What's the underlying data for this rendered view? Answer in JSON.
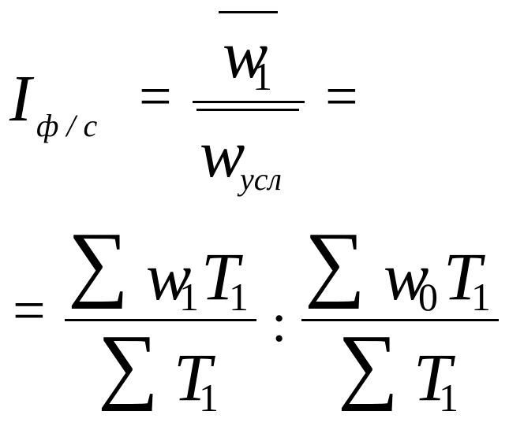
{
  "formula": {
    "line1": {
      "index_symbol": "I",
      "index_subscript": "ф / с",
      "equals_1": "=",
      "numerator_var": "w",
      "numerator_sub": "1",
      "denominator_var": "w",
      "denominator_sub": "усл",
      "equals_2": "="
    },
    "line2": {
      "equals": "=",
      "left_fraction": {
        "num_sum": "∑",
        "num_w": "w",
        "num_w_sub": "1",
        "num_T": "T",
        "num_T_sub": "1",
        "den_sum": "∑",
        "den_T": "T",
        "den_T_sub": "1"
      },
      "operator": ":",
      "right_fraction": {
        "num_sum": "∑",
        "num_w": "w",
        "num_w_sub": "0",
        "num_T": "T",
        "num_T_sub": "1",
        "den_sum": "∑",
        "den_T": "T",
        "den_T_sub": "1"
      }
    }
  }
}
